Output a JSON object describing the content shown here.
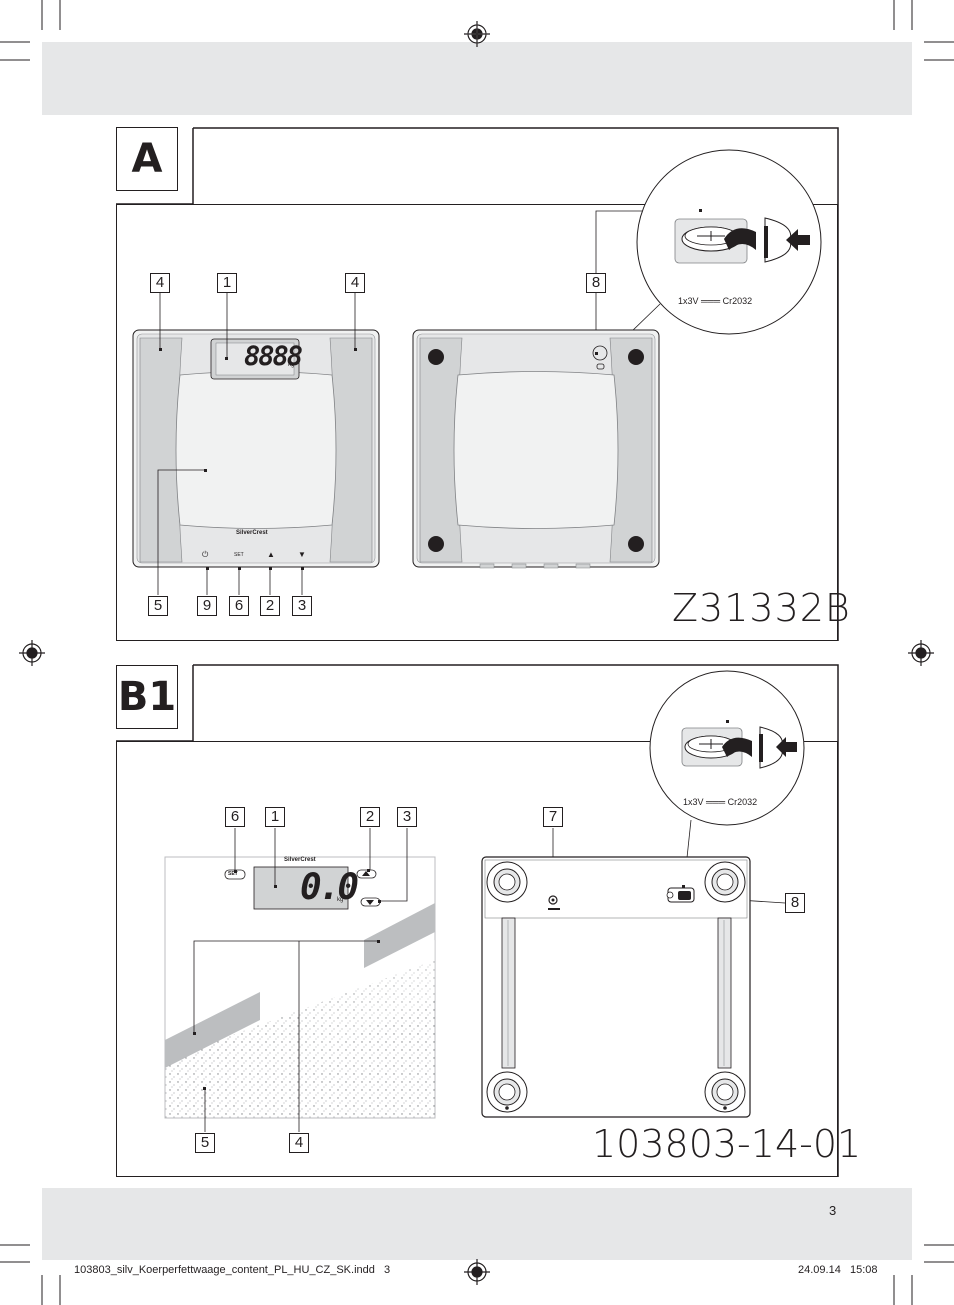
{
  "page_number": "3",
  "footer": {
    "file": "103803_silv_Koerperfettwaage_content_PL_HU_CZ_SK.indd   3",
    "date": "24.09.14   15:08"
  },
  "section_a": {
    "tab": "A",
    "model": "Z31332B",
    "battery_label": "1x3V ═══ Cr2032",
    "display": "8888",
    "unit": "kg",
    "brand": "SilverCrest",
    "labels": {
      "a4l": "4",
      "a1": "1",
      "a4r": "4",
      "a8": "8",
      "a5": "5",
      "a9": "9",
      "a6": "6",
      "a2": "2",
      "a3": "3"
    },
    "buttons": {
      "power": "⏻",
      "set": "SET",
      "up": "▲",
      "down": "▼"
    }
  },
  "section_b": {
    "tab": "B1",
    "model": "103803-14-01",
    "battery_label": "1x3V ═══ Cr2032",
    "display": "0.0",
    "unit": "kg",
    "brand": "SilverCrest",
    "set": "SET",
    "labels": {
      "b6": "6",
      "b1": "1",
      "b2": "2",
      "b3": "3",
      "b7": "7",
      "b8top": "8",
      "b8r": "8",
      "b5": "5",
      "b4": "4"
    }
  }
}
